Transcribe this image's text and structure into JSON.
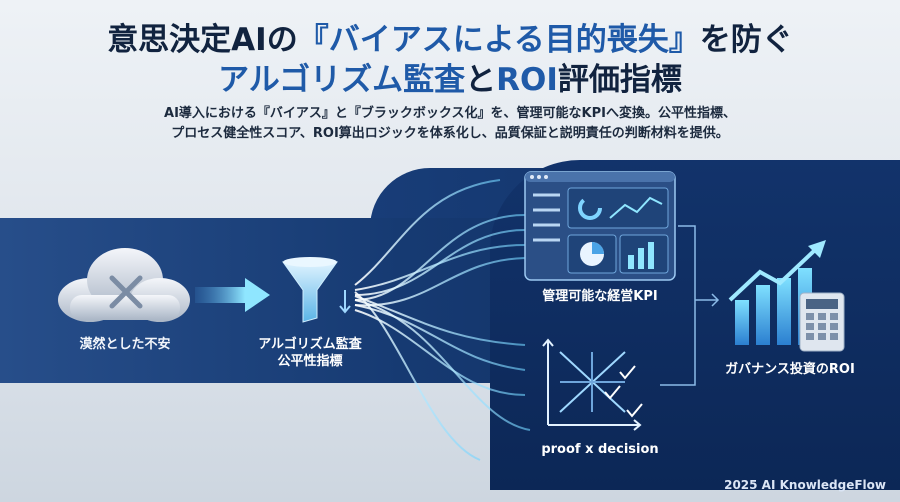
{
  "header": {
    "title_line1_prefix": "意思決定AIの",
    "title_line1_highlight": "『バイアスによる目的喪失』",
    "title_line1_suffix": "を防ぐ",
    "title_line2_highlight": "アルゴリズム監査",
    "title_line2_mid": "と",
    "title_line2_highlight2": "ROI",
    "title_line2_suffix": "評価指標",
    "subtitle_line1": "AI導入における『バイアス』と『ブラックボックス化』を、管理可能なKPIへ変換。公平性指標、",
    "subtitle_line2": "プロセス健全性スコア、ROI算出ロジックを体系化し、品質保証と説明責任の判断材料を提供。"
  },
  "flow": {
    "step1_label": "漠然とした不安",
    "step2_label_line1": "アルゴリズム監査",
    "step2_label_line2": "公平性指標",
    "step3_label": "管理可能な経営KPI",
    "step4_label": "proof x decision",
    "step5_label": "ガバナンス投資のROI"
  },
  "footer": {
    "credit": "2025 AI KnowledgeFlow"
  },
  "icons": {
    "cloud": "cloud-x-icon",
    "funnel": "funnel-icon",
    "dashboard": "dashboard-icon",
    "checkmatrix": "decision-matrix-icon",
    "roi": "growth-calculator-icon"
  }
}
